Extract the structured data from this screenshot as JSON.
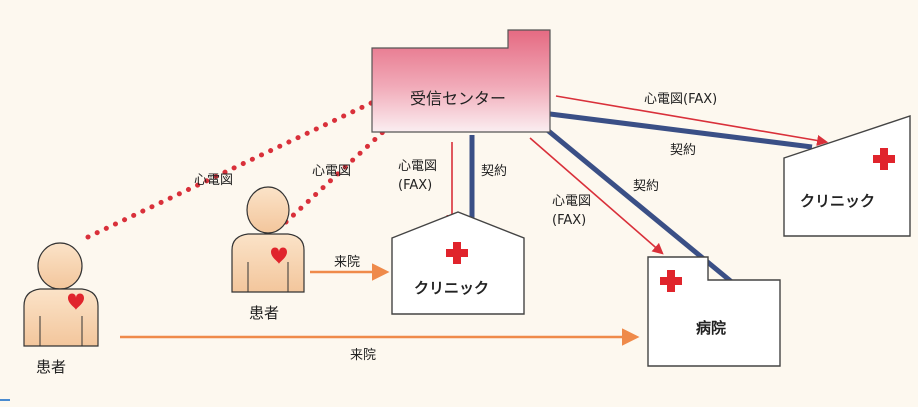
{
  "nodes": {
    "reception_center": "受信センター",
    "clinic_left": "クリニック",
    "clinic_right": "クリニック",
    "hospital": "病院",
    "patient_left": "患者",
    "patient_middle": "患者"
  },
  "edge_labels": {
    "ecg_patient_left": "心電図",
    "ecg_patient_middle": "心電図",
    "ecg_fax_clinic_left": [
      "心電図",
      "(FAX)"
    ],
    "contract_clinic_left": "契約",
    "ecg_fax_hospital": [
      "心電図",
      "(FAX)"
    ],
    "contract_hospital": "契約",
    "ecg_fax_clinic_right": "心電図(FAX)",
    "contract_clinic_right": "契約",
    "visit_patient_middle": "来院",
    "visit_patient_left": "来院"
  },
  "colors": {
    "background": "#fdf8ef",
    "red_arrow": "#d9303a",
    "contract_line": "#3a4f86",
    "visit_arrow": "#ef8a4a",
    "cross": "#e0242c",
    "heart": "#e0242c",
    "center_fill_top": "#e56a82",
    "center_fill_bottom": "#fbeef1"
  }
}
